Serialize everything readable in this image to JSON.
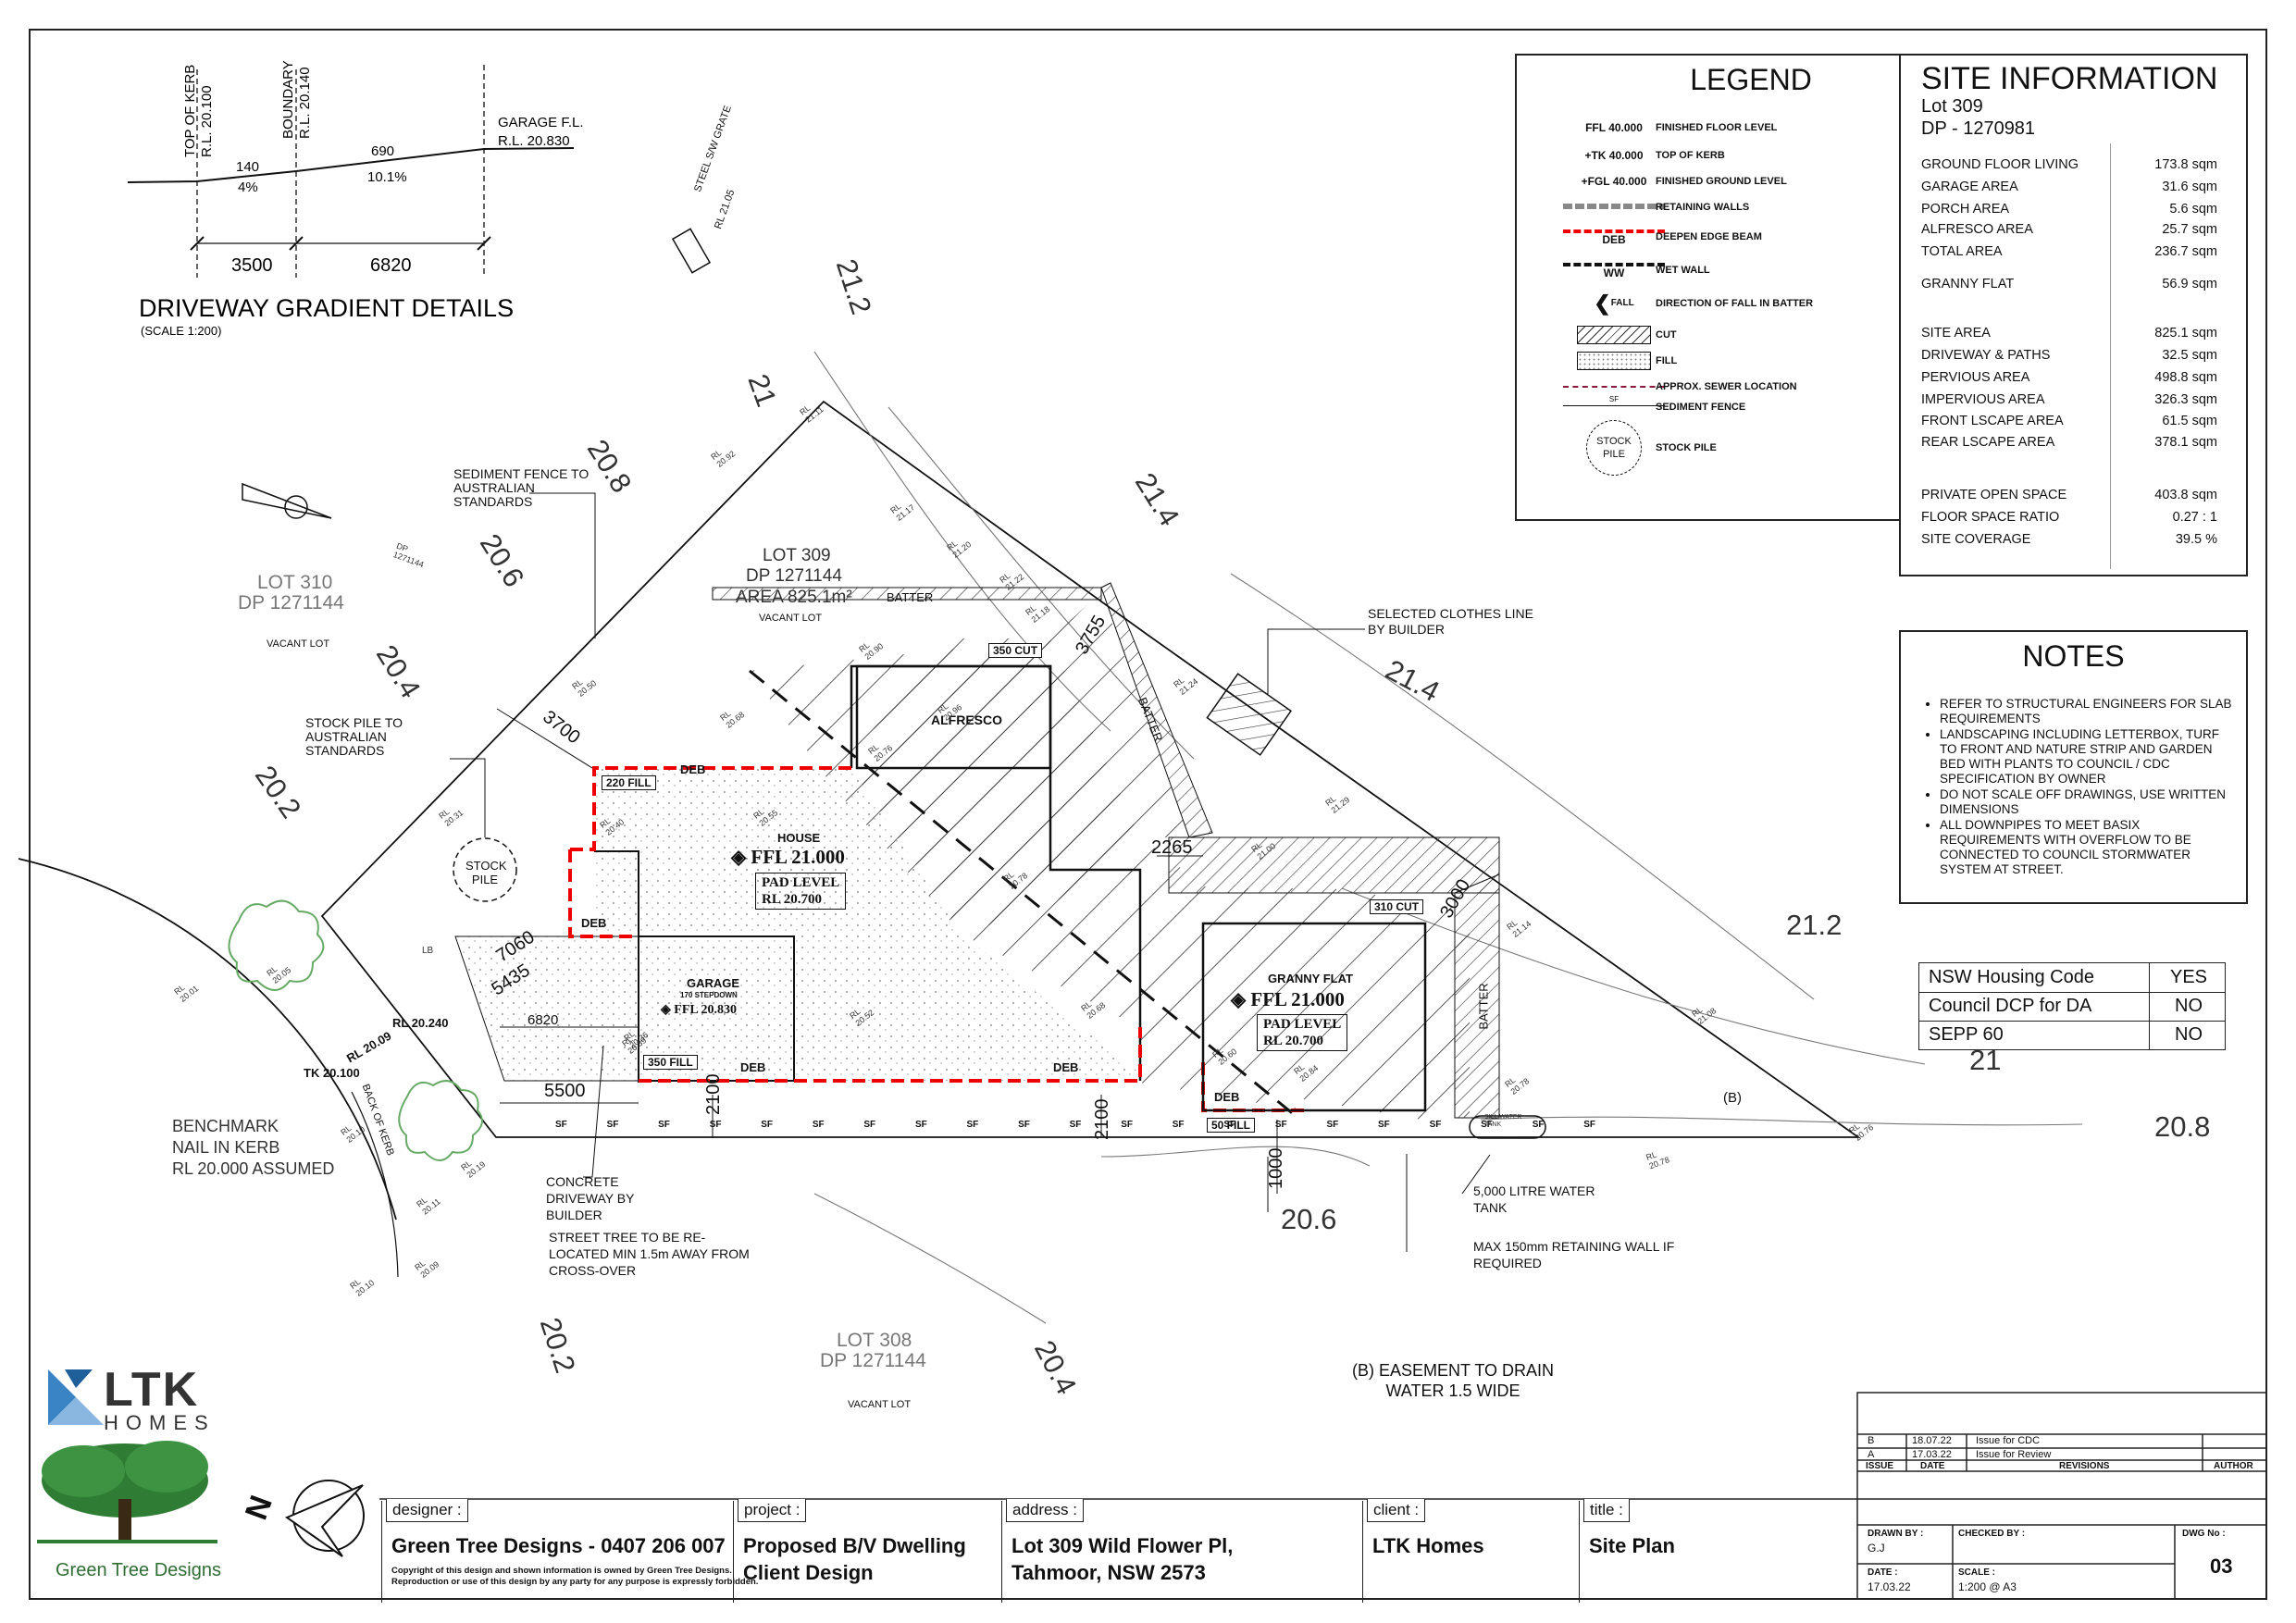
{
  "driveway": {
    "title": "DRIVEWAY GRADIENT DETAILS",
    "scale": "(SCALE 1:200)",
    "top_of_kerb": "TOP OF KERB",
    "top_of_kerb_rl": "R.L. 20.100",
    "boundary": "BOUNDARY",
    "boundary_rl": "R.L. 20.140",
    "garage": "GARAGE F.L.",
    "garage_rl": "R.L. 20.830",
    "seg1_len": "140",
    "seg1_grade": "4%",
    "seg2_len": "690",
    "seg2_grade": "10.1%",
    "dim1": "3500",
    "dim2": "6820"
  },
  "legend": {
    "title": "LEGEND",
    "items": [
      {
        "symbol": "FFL 40.000",
        "label": "FINISHED FLOOR LEVEL"
      },
      {
        "symbol": "+TK 40.000",
        "label": "TOP OF KERB"
      },
      {
        "symbol": "+FGL 40.000",
        "label": "FINISHED GROUND LEVEL"
      },
      {
        "symbol": "",
        "label": "RETAINING WALLS"
      },
      {
        "symbol": "DEB",
        "label": "DEEPEN EDGE BEAM"
      },
      {
        "symbol": "WW",
        "label": "WET WALL"
      },
      {
        "symbol": "FALL",
        "label": "DIRECTION OF FALL IN BATTER"
      },
      {
        "symbol": "",
        "label": "CUT"
      },
      {
        "symbol": "",
        "label": "FILL"
      },
      {
        "symbol": "",
        "label": "APPROX. SEWER LOCATION"
      },
      {
        "symbol": "SF",
        "label": "SEDIMENT FENCE"
      },
      {
        "symbol": "STOCK PILE",
        "label": "STOCK PILE"
      }
    ]
  },
  "site_info": {
    "title": "SITE INFORMATION",
    "lot": "Lot 309",
    "dp": "DP - 1270981",
    "rows": [
      {
        "label": "GROUND FLOOR LIVING",
        "value": "173.8 sqm"
      },
      {
        "label": "GARAGE AREA",
        "value": "31.6 sqm"
      },
      {
        "label": "PORCH AREA",
        "value": "5.6 sqm"
      },
      {
        "label": "ALFRESCO AREA",
        "value": "25.7 sqm"
      },
      {
        "label": "TOTAL AREA",
        "value": "236.7 sqm"
      },
      {
        "label": "GRANNY FLAT",
        "value": "56.9 sqm"
      },
      {
        "label": "SITE AREA",
        "value": "825.1 sqm"
      },
      {
        "label": "DRIVEWAY  & PATHS",
        "value": "32.5 sqm"
      },
      {
        "label": "PERVIOUS AREA",
        "value": "498.8 sqm"
      },
      {
        "label": "IMPERVIOUS AREA",
        "value": "326.3 sqm"
      },
      {
        "label": "FRONT LSCAPE AREA",
        "value": "61.5 sqm"
      },
      {
        "label": "REAR LSCAPE AREA",
        "value": "378.1 sqm"
      },
      {
        "label": "PRIVATE OPEN SPACE",
        "value": "403.8 sqm"
      },
      {
        "label": "FLOOR SPACE RATIO",
        "value": "0.27 : 1"
      },
      {
        "label": "SITE COVERAGE",
        "value": "39.5 %"
      }
    ]
  },
  "notes": {
    "title": "NOTES",
    "items": [
      "REFER TO STRUCTURAL ENGINEERS FOR SLAB REQUIREMENTS",
      "LANDSCAPING INCLUDING LETTERBOX, TURF TO FRONT AND NATURE STRIP AND GARDEN BED WITH PLANTS TO COUNCIL / CDC SPECIFICATION BY OWNER",
      "DO NOT SCALE OFF DRAWINGS, USE WRITTEN DIMENSIONS",
      "ALL DOWNPIPES TO MEET BASIX REQUIREMENTS WITH OVERFLOW TO BE CONNECTED TO COUNCIL STORMWATER SYSTEM AT STREET."
    ]
  },
  "codes": [
    {
      "label": "NSW Housing Code",
      "value": "YES"
    },
    {
      "label": "Council DCP for DA",
      "value": "NO"
    },
    {
      "label": "SEPP 60",
      "value": "NO"
    }
  ],
  "plan": {
    "lot310": "LOT 310",
    "lot310_dp": "DP 1271144",
    "vacant": "VACANT LOT",
    "lot309": "LOT 309",
    "lot309_dp": "DP 1271144",
    "lot309_area": "AREA 825.1m²",
    "lot308": "LOT 308",
    "lot308_dp": "DP 1271144",
    "house": "HOUSE",
    "house_ffl": "FFL 21.000",
    "pad_level": "PAD LEVEL",
    "house_pad_rl": "RL 20.700",
    "garage": "GARAGE",
    "garage_step": "170 STEPDOWN",
    "garage_ffl": "FFL 20.830",
    "alfresco": "ALFRESCO",
    "granny": "GRANNY FLAT",
    "granny_ffl": "FFL 21.000",
    "granny_pad_rl": "RL 20.700",
    "batter": "BATTER",
    "deb": "DEB",
    "cut350": "350 CUT",
    "cut310": "310 CUT",
    "fill220": "220 FILL",
    "fill350": "350 FILL",
    "fill50": "50 FILL",
    "sf": "SF",
    "stock_pile": "STOCK PILE",
    "easement_b": "(B)",
    "easement": "(B) EASEMENT TO DRAIN",
    "easement2": "WATER 1.5 WIDE",
    "sediment_note": "SEDIMENT FENCE TO AUSTRALIAN STANDARDS",
    "stock_note": "STOCK PILE TO AUSTRALIAN STANDARDS",
    "clothes_note": "SELECTED CLOTHES LINE BY BUILDER",
    "benchmark1": "BENCHMARK",
    "benchmark2": "NAIL IN KERB",
    "benchmark3": "RL 20.000 ASSUMED",
    "driveway_note": "CONCRETE DRIVEWAY BY BUILDER",
    "tree_note": "STREET TREE TO BE RE-LOCATED MIN 1.5m AWAY FROM CROSS-OVER",
    "tank_note": "5,000 LITRE WATER TANK",
    "retaining_note": "MAX 150mm RETAINING WALL IF REQUIRED",
    "steel_grate": "STEEL S/W GRATE",
    "steel_rl": "RL 21.05",
    "rl_20240": "RL 20.240",
    "tk_20100": "TK 20.100",
    "rl_2009": "RL 20.09",
    "back_of_kerb": "BACK OF KERB",
    "dims": {
      "d3700": "3700",
      "d7060": "7060",
      "d5435": "5435",
      "d6820": "6820",
      "d5500": "5500",
      "d2100a": "2100",
      "d2100b": "2100",
      "d1000": "1000",
      "d2265": "2265",
      "d3000": "3000",
      "d3755": "3755"
    },
    "contours": {
      "c212a": "21.2",
      "c21a": "21",
      "c208a": "20.8",
      "c206a": "20.6",
      "c204a": "20.4",
      "c202a": "20.2",
      "c214a": "21.4",
      "c214b": "21.4",
      "c212b": "21.2",
      "c21b": "21",
      "c208b": "20.8",
      "c206b": "20.6",
      "c204b": "20.4",
      "c202b": "20.2"
    },
    "spot": [
      "RL 21.11",
      "RL 20.92",
      "RL 21.17",
      "RL 21.20",
      "RL 21.22",
      "RL 21.18",
      "RL 20.90",
      "RL 20.96",
      "RL 20.76",
      "RL 20.68",
      "RL 20.50",
      "RL 20.40",
      "RL 20.31",
      "RL 20.55",
      "RL 21.24",
      "RL 21.29",
      "RL 21.00",
      "RL 20.78",
      "RL 20.39",
      "RL 20.52",
      "RL 20.68",
      "RL 21.14",
      "RL 20.84",
      "RL 21.08",
      "RL 20.78",
      "RL 20.78",
      "RL 20.76",
      "RL 20.05",
      "RL 20.01",
      "RL 20.10",
      "RL 20.19",
      "RL 20.11",
      "RL 20.09",
      "RL 20.10",
      "RL 20.36",
      "RL 20.60",
      "LB",
      "DP 1271144",
      "SILL WATER TANK"
    ]
  },
  "logos": {
    "ltk1": "LTK",
    "ltk2": "HOMES",
    "gtd": "Green Tree Designs",
    "north": "N"
  },
  "title_block": {
    "designer_h": "designer :",
    "designer": "Green Tree Designs - 0407 206 007",
    "copy1": "Copyright of this design and shown information is owned by Green Tree Designs.",
    "copy2": "Reproduction or use of this design by any party for any purpose is expressly forbidden.",
    "project_h": "project :",
    "project1": "Proposed B/V Dwelling",
    "project2": "Client Design",
    "address_h": "address :",
    "address1": "Lot 309 Wild Flower Pl,",
    "address2": "Tahmoor,  NSW  2573",
    "client_h": "client :",
    "client": "LTK Homes",
    "title_h": "title :",
    "title": "Site Plan",
    "revisions": [
      {
        "issue": "B",
        "date": "18.07.22",
        "text": "Issue  for  CDC"
      },
      {
        "issue": "A",
        "date": "17.03.22",
        "text": "Issue  for  Review"
      }
    ],
    "rev_head": {
      "issue": "ISSUE",
      "date": "DATE",
      "rev": "REVISIONS",
      "author": "AUTHOR"
    },
    "drawn_by_h": "DRAWN BY :",
    "drawn_by": "G.J",
    "checked_by_h": "CHECKED BY :",
    "date_h": "DATE :",
    "date": "17.03.22",
    "scale_h": "SCALE :",
    "scale": "1:200 @ A3",
    "dwg_h": "DWG No :",
    "dwg": "03"
  }
}
